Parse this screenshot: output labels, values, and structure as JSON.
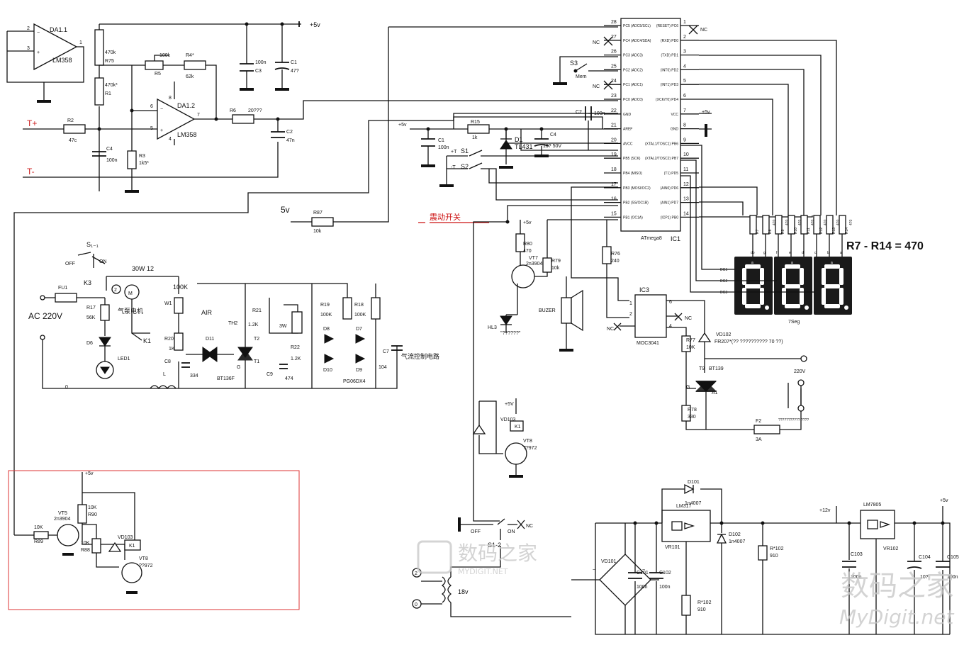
{
  "power": {
    "plus5v": "+5v",
    "plus5v_b": "+5V",
    "plus12v": "+12v",
    "v5": "5v",
    "v5_short": "5V"
  },
  "opamp": {
    "da11": "DA1.1",
    "da12": "DA1.2",
    "lm358": "LM358",
    "pin2": "2",
    "pin3": "3",
    "pin1": "1",
    "pin6": "6",
    "pin5": "5",
    "pin7": "7",
    "pin8": "8",
    "pin4": "4",
    "minus": "−",
    "plus": "+"
  },
  "inputs": {
    "tplus": "T+",
    "tminus": "T-"
  },
  "resistors": {
    "r75a": "470k",
    "r75b": "R75",
    "r1a": "470k*",
    "r1b": "R1",
    "r5val": "100k",
    "r5": "R5",
    "r4": "R4*",
    "r4val": "62k",
    "r2": "R2",
    "r2val": "47с",
    "r3": "R3",
    "r3val": "1k5*",
    "r6": "R6",
    "r6val": "20???",
    "r87": "R87",
    "r87val": "10k",
    "r15": "R15",
    "r15val": "1k",
    "r80": "R80",
    "r80val": "470",
    "r79": "R79",
    "r79val": "10k",
    "r76": "R76",
    "r76val": "240",
    "r77": "R77",
    "r77val": "10K",
    "r78": "R78",
    "r78val": "330",
    "r7": "R7",
    "r8": "R8",
    "r9": "R9",
    "r10": "R10",
    "r11": "R11",
    "r12": "R12",
    "r13": "R13",
    "r14": "R14",
    "r470": "470",
    "r90": "R90",
    "r90val": "10K",
    "r88": "R88",
    "r88val": "10K",
    "r89": "R89",
    "r89val": "10K",
    "r102a": "R*102",
    "r102aval": "910",
    "r102b": "R*102",
    "r102bval": "910"
  },
  "capacitors": {
    "c4": "C4",
    "c4val": "100n",
    "c3": "C3",
    "c3val": "100n",
    "c1": "C1",
    "c1val": "47?",
    "c2": "C2",
    "c2val": "47n",
    "c1b": "C1",
    "c1bval": "100n",
    "c4b": "C4",
    "c4bval": "10? 50V",
    "c2b": "C2",
    "c2bval": "100n",
    "c101": "C101",
    "c101val": "100n",
    "c102": "C102",
    "c102val": "100n",
    "c103": "C103",
    "c103val": "100n",
    "c104": "C104",
    "c104val": "10?",
    "c105": "C105",
    "c105val": "100n"
  },
  "mcu": {
    "name": "ATmega8",
    "ref": "IC1",
    "left_pins": [
      {
        "num": "28",
        "label": "PC5 (ADC5/SCL)"
      },
      {
        "num": "27",
        "label": "PC4 (ADC4/SDA)"
      },
      {
        "num": "26",
        "label": "PC3 (ADC3)"
      },
      {
        "num": "25",
        "label": "PC2 (ADC2)"
      },
      {
        "num": "24",
        "label": "PC1 (ADC1)"
      },
      {
        "num": "23",
        "label": "PC0 (ADC0)"
      },
      {
        "num": "22",
        "label": "GND"
      },
      {
        "num": "21",
        "label": "AREF"
      },
      {
        "num": "20",
        "label": "AVCC"
      },
      {
        "num": "19",
        "label": "PB5 (SCK)"
      },
      {
        "num": "18",
        "label": "PB4 (MISO)"
      },
      {
        "num": "17",
        "label": "PB3 (MOSI/OC2)"
      },
      {
        "num": "16",
        "label": "PB2 (SS/OC1B)"
      },
      {
        "num": "15",
        "label": "PB1 (OC1A)"
      }
    ],
    "right_pins": [
      {
        "num": "1",
        "label": "(RESET) PC6"
      },
      {
        "num": "2",
        "label": "(RXD) PD0"
      },
      {
        "num": "3",
        "label": "(TXD) PD1"
      },
      {
        "num": "4",
        "label": "(INT0) PD2"
      },
      {
        "num": "5",
        "label": "(INT1) PD3"
      },
      {
        "num": "6",
        "label": "(XCK/T0) PD4"
      },
      {
        "num": "7",
        "label": "VCC"
      },
      {
        "num": "8",
        "label": "GND"
      },
      {
        "num": "9",
        "label": "(XTAL1/TOSC1) PB6"
      },
      {
        "num": "10",
        "label": "(XTAL2/TOSC2) PB7"
      },
      {
        "num": "11",
        "label": "(T1) PD5"
      },
      {
        "num": "12",
        "label": "(AIN0) PD6"
      },
      {
        "num": "13",
        "label": "(AIN1) PD7"
      },
      {
        "num": "14",
        "label": "(ICP1) PB0"
      }
    ],
    "nc": "NC"
  },
  "switches": {
    "s3": "S3",
    "mem": "Mem",
    "s1": "S1",
    "s1sign": "+T",
    "s2": "S2",
    "s2sign": "-T",
    "s11": "S₁₋₁",
    "s12": "S1-2",
    "off": "OFF",
    "on": "ON",
    "nc": "NC"
  },
  "ic_misc": {
    "d1": "D1",
    "tl431": "TL431",
    "ic3": "IC3",
    "moc": "MOC3041",
    "buzer": "BUZER",
    "hl3": "HL3",
    "hl3text": "\"??????\"",
    "vt7": "VT7",
    "vt7type": "2n3904",
    "vt8": "VT8",
    "vt8type": "??972",
    "vt5": "VT5",
    "vt5type": "2n3904",
    "vd103": "VD103",
    "k1": "K1",
    "vd102": "VD102",
    "fr207": "FR207*(?? ?????????? 70 ??)",
    "t9": "T9",
    "bt139": "BT139",
    "g": "G",
    "a1": "A1",
    "f2": "F2",
    "f2val": "3A",
    "v220": "220V",
    "heater": "??????????? ????",
    "dg1": "DG1",
    "dg2": "DG2",
    "dg3": "DG3",
    "seg7": "7Seg",
    "segpins": [
      "dp",
      "g",
      "f",
      "e",
      "d",
      "c",
      "b",
      "a"
    ],
    "vibration": "震动开关"
  },
  "banner": {
    "r7r14": "R7 - R14 = 470"
  },
  "display": {
    "digits": [
      "8",
      "8",
      "8"
    ]
  },
  "power_supply": {
    "d101": "D101",
    "d101type": "1n4007",
    "lm317": "LM317",
    "vr101": "VR101",
    "d102": "D102",
    "d102type": "1n4007",
    "lm7805": "LM7805",
    "vr102": "VR102",
    "vd101": "VD101",
    "v18": "18v",
    "node2": "2",
    "node0": "0",
    "ac": "~"
  },
  "airpump": {
    "s11": "S₁₋₁",
    "off": "OFF",
    "on": "ON",
    "w30": "30W  12",
    "k3": "K3",
    "fu1": "FU1",
    "ac220": "AC 220V",
    "r17": "R17",
    "r17val": "56K",
    "d6": "D6",
    "led1": "LED1",
    "motor": "气泵电机",
    "k1": "K1",
    "node2": "2",
    "node0": "0",
    "w1": "W1",
    "k100": "100K",
    "r20": "R20",
    "r20val": "1K",
    "c8": "C8",
    "c8val": "334",
    "l": "L",
    "air": "AIR",
    "th2": "TH2",
    "d11": "D11",
    "g": "G",
    "bt136": "BT136F",
    "r21": "R21",
    "r21val": "1.2K",
    "t2": "T2",
    "t1": "T1",
    "w3": "3W",
    "r22": "R22",
    "r22val": "1.2K",
    "c9": "C9",
    "c9val": "474",
    "r19": "R19",
    "r19val": "100K",
    "r18": "R18",
    "r18val": "100K",
    "d8": "D8",
    "d7": "D7",
    "d10": "D10",
    "d9": "D9",
    "pg": "PG06DX4",
    "c7": "C7",
    "c7val": "104",
    "ctrl": "气流控制电路"
  },
  "watermark": {
    "cn": "数码之家",
    "en": "MYDIGIT.NET",
    "cn2": "数码之家",
    "en2": "MyDigit.net"
  }
}
